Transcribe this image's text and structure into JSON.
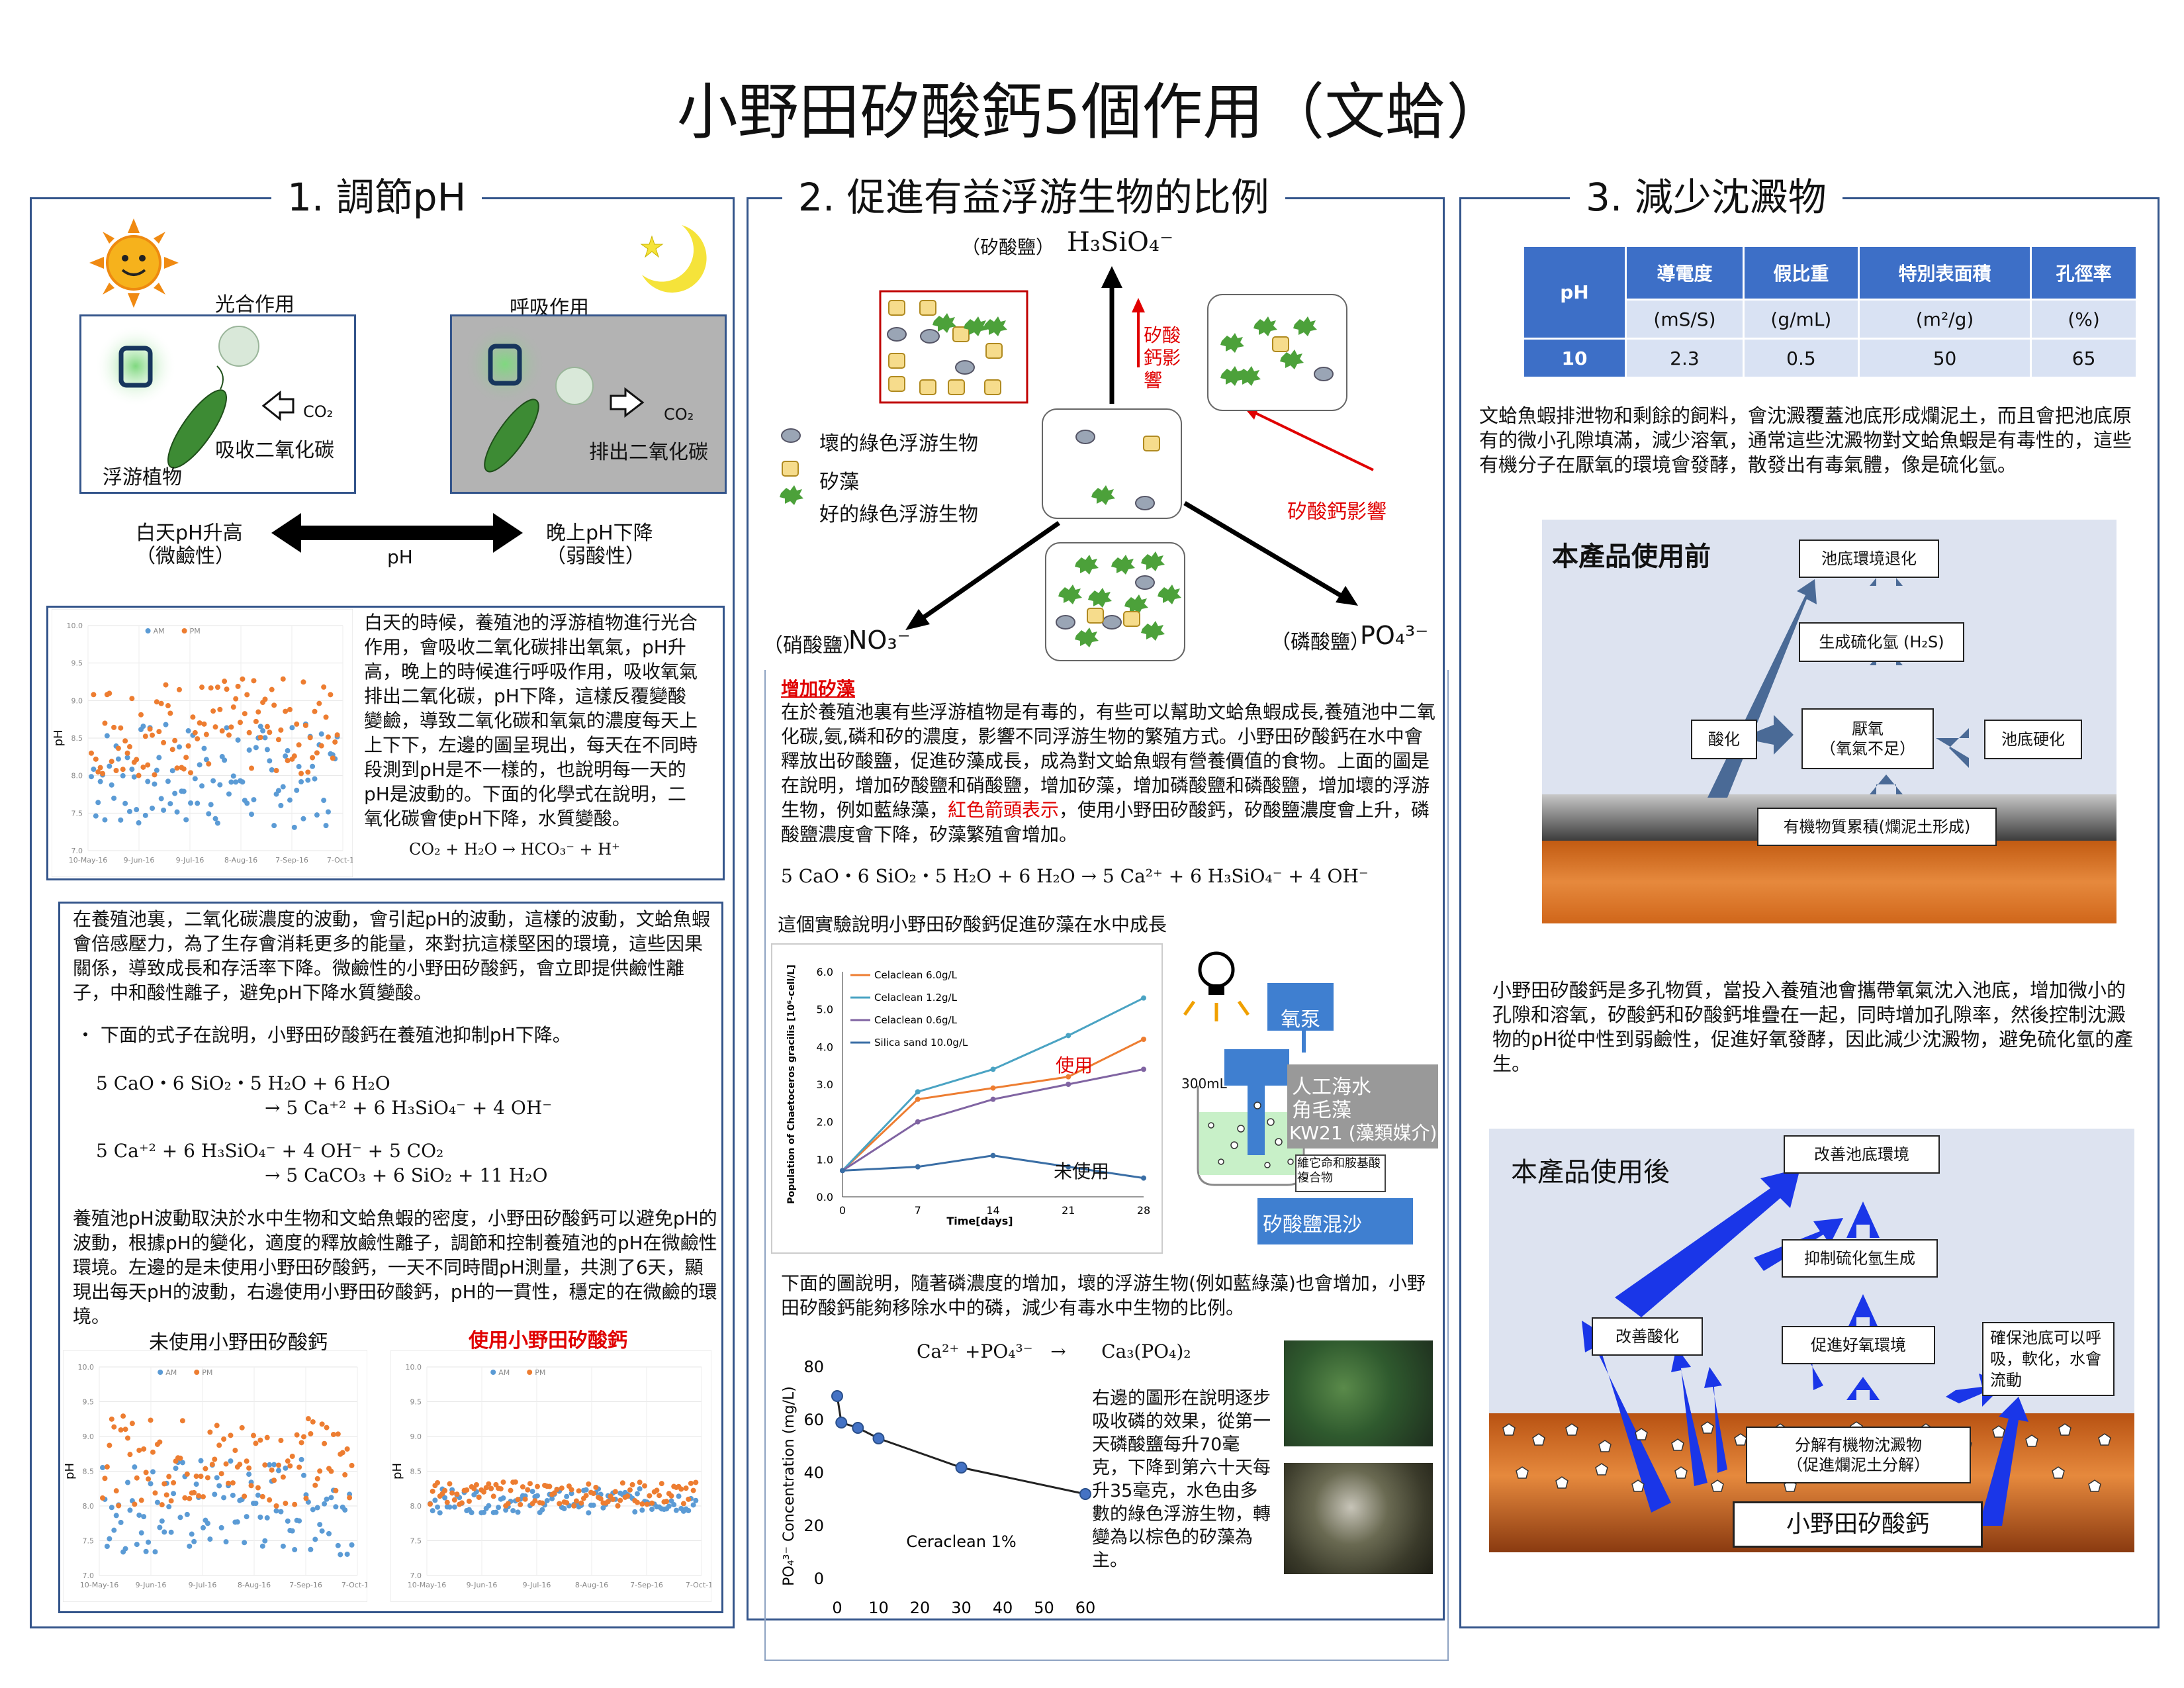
{
  "title": "小野田矽酸鈣5個作用（文蛤）",
  "p1": {
    "heading": "1. 調節pH",
    "photo_label": "光合作用",
    "resp_label": "呼吸作用",
    "co2_a": "CO₂",
    "absorb": "吸收二氧化碳",
    "plankton": "浮游植物",
    "co2_b": "CO₂",
    "emit": "排出二氧化碳",
    "day": "白天pH升高",
    "day_sub": "（微鹼性）",
    "night": "晚上pH下降",
    "night_sub": "（弱酸性）",
    "ph": "pH",
    "text1": "白天的時候，養殖池的浮游植物進行光合作用，會吸收二氧化碳排出氧氣，pH升高，晚上的時候進行呼吸作用，吸收氧氣排出二氧化碳，pH下降，這樣反覆變酸變鹼，導致二氧化碳和氧氣的濃度每天上上下下，左邊的圖呈現出，每天在不同時段測到pH是不一樣的，也說明每一天的pH是波動的。下面的化學式在說明，二氧化碳會使pH下降，水質變酸。",
    "eq1": "CO₂ + H₂O → HCO₃⁻ + H⁺",
    "text2": "在養殖池裏，二氧化碳濃度的波動，會引起pH的波動，這樣的波動，文蛤魚蝦會倍感壓力，為了生存會消耗更多的能量，來對抗這樣堅困的環境，這些因果關係，導致成長和存活率下降。微鹼性的小野田矽酸鈣，會立即提供鹼性離子，中和酸性離子，避免pH下降水質變酸。",
    "bullet": "・ 下面的式子在說明，小野田矽酸鈣在養殖池抑制pH下降。",
    "eq2a": "5 CaO・6 SiO₂・5 H₂O + 6 H₂O",
    "eq2b": "→    5 Ca⁺² + 6 H₃SiO₄⁻ + 4 OH⁻",
    "eq3a": "5 Ca⁺² + 6 H₃SiO₄⁻ + 4 OH⁻ + 5 CO₂",
    "eq3b": "→ 5 CaCO₃   +  6 SiO₂ + 11 H₂O",
    "text3": "養殖池pH波動取決於水中生物和文蛤魚蝦的密度，小野田矽酸鈣可以避免pH的波動，根據pH的變化，適度的釋放鹼性離子，調節和控制養殖池的pH在微鹼性環境。左邊的是未使用小野田矽酸鈣，一天不同時間pH測量，共測了6天，顯現出每天pH的波動，右邊使用小野田矽酸鈣，pH的一貫性，穩定的在微鹼的環境。",
    "unused": "未使用小野田矽酸鈣",
    "used": "使用小野田矽酸鈣"
  },
  "p2": {
    "heading": "2. 促進有益浮游生物的比例",
    "silicate": "（矽酸鹽）",
    "silicate_f": "H₃SiO₄⁻",
    "nitrate": "（硝酸鹽）",
    "nitrate_f": "NO₃⁻",
    "phosphate": "（磷酸鹽）",
    "phosphate_f": "PO₄³⁻",
    "eff1": "矽酸鈣影響",
    "eff2": "矽酸鈣影響",
    "leg1": "壞的綠色浮游生物",
    "leg2": "矽藻",
    "leg3": "好的綠色浮游生物",
    "diatom_title": "增加矽藻",
    "text_a": "在於養殖池裏有些浮游植物是有毒的，有些可以幫助文蛤魚蝦成長,養殖池中二氧化碳,氨,磷和矽的濃度，影響不同浮游生物的繁殖方式。小野田矽酸鈣在水中會釋放出矽酸鹽，促進矽藻成長，成為對文蛤魚蝦有營養價值的食物。上面的圖是在說明，增加矽酸鹽和硝酸鹽，增加矽藻，增加磷酸鹽和磷酸鹽，增加壞的浮游生物，例如藍綠藻，",
    "text_red": "紅色箭頭表示",
    "text_b": "，使用小野田矽酸鈣，矽酸鹽濃度會上升，磷酸鹽濃度會下降，矽藻繁殖會增加。",
    "eq": "5 CaO・6 SiO₂・5 H₂O + 6 H₂O →  5 Ca²⁺ + 6 H₃SiO₄⁻ + 4 OH⁻",
    "exp": "這個實驗說明小野田矽酸鈣促進矽藻在水中成長",
    "pump": "氧泵",
    "seawater": "人工海水",
    "algae": "角毛藻",
    "kw": "KW21 (藻類媒介)",
    "vit": "維它命和胺基酸複合物",
    "ml": "300mL",
    "sand": "矽酸鹽混沙",
    "use": "使用",
    "nouse": "未使用",
    "text_c": "下面的圖說明，隨著磷濃度的增加，壞的浮游生物(例如藍綠藻)也會增加，小野田矽酸鈣能夠移除水中的磷，減少有毒水中生物的比例。",
    "eq_p": "Ca²⁺ +PO₄³⁻   →      Ca₃(PO₄)₂",
    "text_d": "右邊的圖形在說明逐步吸收磷的效果，從第一天磷酸鹽每升70毫克，下降到第六十天每升35毫克，水色由多數的綠色浮游生物，轉變為以棕色的矽藻為主。"
  },
  "p3": {
    "heading": "3. 減少沈澱物",
    "table": {
      "ph_h": "pH",
      "heads": [
        "導電度",
        "假比重",
        "特別表面積",
        "孔徑率"
      ],
      "units": [
        "(mS/S)",
        "(g/mL)",
        "(m²/g)",
        "(%)"
      ],
      "ph_v": "10",
      "vals": [
        "2.3",
        "0.5",
        "50",
        "65"
      ]
    },
    "text1": "文蛤魚蝦排泄物和剩餘的飼料，會沈澱覆蓋池底形成爛泥土，而且會把池底原有的微小孔隙填滿，減少溶氧，通常這些沈澱物對文蛤魚蝦是有毒性的，這些有機分子在厭氧的環境會發酵，散發出有毒氣體，像是硫化氫。",
    "before": "本產品使用前",
    "b1": "池底環境退化",
    "b2": "生成硫化氫 (H₂S)",
    "b3": "酸化",
    "b4": "厭氧\n（氧氣不足）",
    "b5": "池底硬化",
    "b6": "有機物質累積(爛泥土形成)",
    "text2": "小野田矽酸鈣是多孔物質，當投入養殖池會攜帶氧氣沈入池底，增加微小的孔隙和溶氧，矽酸鈣和矽酸鈣堆疊在一起，同時增加孔隙率，然後控制沈澱物的pH從中性到弱鹼性，促進好氧發酵，因此減少沈澱物，避免硫化氫的產生。",
    "after": "本產品使用後",
    "a1": "改善池底環境",
    "a2": "抑制硫化氫生成",
    "a3": "改善酸化",
    "a4": "促進好氧環境",
    "a5": "確保池底可以呼吸，軟化，水會流動",
    "a6": "分解有機物沈澱物\n（促進爛泥土分解）",
    "a7": "小野田矽酸鈣"
  },
  "chart_data": [
    {
      "type": "scatter",
      "name_hint": "pH diurnal (panel 1 top)",
      "ylabel": "pH",
      "ylim": [
        7.0,
        10.0
      ],
      "yticks": [
        "7.0",
        "7.5",
        "8.0",
        "8.5",
        "9.0",
        "9.5",
        "10.0"
      ],
      "xticks": [
        "10-May-16",
        "9-Jun-16",
        "9-Jul-16",
        "8-Aug-16",
        "7-Sep-16",
        "7-Oct-16"
      ],
      "legend": [
        "AM",
        "PM"
      ],
      "series": [
        {
          "name": "AM",
          "color": "#5b9bd5",
          "range": [
            7.3,
            8.7
          ]
        },
        {
          "name": "PM",
          "color": "#ed7d31",
          "range": [
            8.0,
            9.3
          ]
        }
      ]
    },
    {
      "type": "line",
      "ylabel": "Population of Chaetoceros gracilis [10⁶-cell/L]",
      "xlabel": "Time[days]",
      "ylim": [
        0,
        6.0
      ],
      "x": [
        0,
        7,
        14,
        21,
        28
      ],
      "yticks": [
        "0.0",
        "1.0",
        "2.0",
        "3.0",
        "4.0",
        "5.0",
        "6.0"
      ],
      "series": [
        {
          "name": "Celaclean 6.0g/L",
          "color": "#ed7d31",
          "values": [
            0.7,
            2.6,
            2.9,
            3.2,
            4.2
          ]
        },
        {
          "name": "Celaclean 1.2g/L",
          "color": "#4aa3c3",
          "values": [
            0.7,
            2.8,
            3.4,
            4.3,
            5.3
          ]
        },
        {
          "name": "Celaclean 0.6g/L",
          "color": "#8064a2",
          "values": [
            0.7,
            2.0,
            2.6,
            3.0,
            3.4
          ]
        },
        {
          "name": "Silica sand 10.0g/L",
          "color": "#3a6ea5",
          "values": [
            0.7,
            0.8,
            1.1,
            0.8,
            0.5
          ]
        }
      ]
    },
    {
      "type": "line",
      "ylabel": "PO₄³⁻ Concentration (mg/L)",
      "ylim": [
        0,
        80
      ],
      "yticks": [
        "0",
        "20",
        "40",
        "60",
        "80"
      ],
      "xticks": [
        "0",
        "10",
        "20",
        "30",
        "40",
        "50",
        "60"
      ],
      "x": [
        0,
        1,
        5,
        10,
        30,
        60
      ],
      "values": [
        69,
        59,
        57,
        53,
        42,
        32
      ],
      "annotation": "Ceraclean 1%"
    }
  ]
}
